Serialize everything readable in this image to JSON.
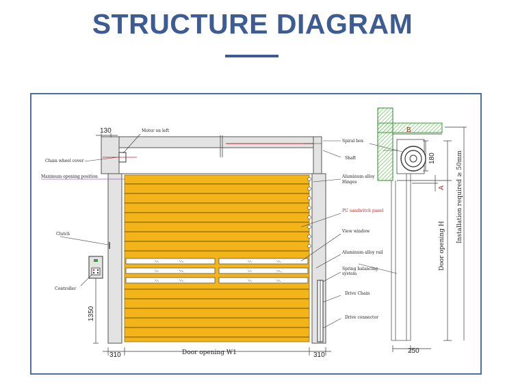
{
  "heading": {
    "title": "STRUCTURE DIAGRAM"
  },
  "colors": {
    "accent": "#3d5c93",
    "slat": "#f2b418",
    "frame_border": "#4a6ea1",
    "wall_hatch": "#77c96a",
    "label_red": "#d42020"
  },
  "labels": {
    "motor_on_left": "Motor on left",
    "chain_wheel_cover": "Chain wheel cover",
    "maximum_opening_position": "Maximum opening position",
    "clutch": "Clutch",
    "controller": "Controller",
    "spiral_box": "Spiral box",
    "shaft": "Shaft",
    "aluminum_alloy_hinges_1": "Aluminum alloy",
    "aluminum_alloy_hinges_2": "Hinges",
    "pu_sandwitch_panel": "PU sandwitch panel",
    "view_window": "View window",
    "aluminum_alloy_rail": "Aluminum alloy rail",
    "spring_balancing_1": "Spring balancing",
    "spring_balancing_2": "system",
    "drive_chain": "Drive Chain",
    "drive_connector": "Drive connector"
  },
  "dims": {
    "d130": "130",
    "d1350": "1350",
    "d310_left": "310",
    "door_opening_w1": "Door opening W1",
    "d310_right": "310",
    "d180": "180",
    "letter_a": "A",
    "letter_b": "B",
    "door_opening_h": "Door opening H",
    "installation_required": "Installation required ≥ 50mm",
    "d250": "250"
  }
}
